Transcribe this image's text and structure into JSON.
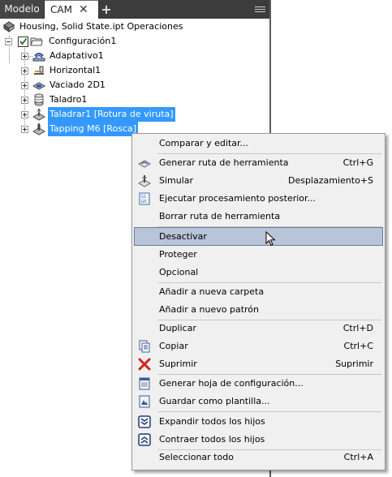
{
  "tabs": {
    "modelo": "Modelo",
    "cam": "CAM",
    "close": "✕",
    "add": "+"
  },
  "tree": {
    "root": "Housing, Solid State.ipt Operaciones",
    "config": "Configuración1",
    "items": [
      {
        "label": "Adaptativo1",
        "icon": "adaptive-icon"
      },
      {
        "label": "Horizontal1",
        "icon": "horizontal-icon"
      },
      {
        "label": "Vaciado 2D1",
        "icon": "pocket-2d-icon"
      },
      {
        "label": "Taladro1",
        "icon": "drill-icon"
      },
      {
        "label": "Taladrar1 [Rotura de viruta]",
        "icon": "drill-chip-break-icon",
        "selected": true
      },
      {
        "label": "Tapping M6  [Rosca]",
        "icon": "tapping-icon",
        "selected": true
      }
    ]
  },
  "menu": {
    "items": [
      {
        "label": "Comparar y editar...",
        "shortcut": ""
      },
      {
        "label": "Generar ruta de herramienta",
        "shortcut": "Ctrl+G",
        "icon": "generate-toolpath-icon"
      },
      {
        "label": "Simular",
        "shortcut": "Desplazamiento+S",
        "icon": "simulate-icon"
      },
      {
        "label": "Ejecutar procesamiento posterior...",
        "shortcut": "",
        "icon": "post-process-icon"
      },
      {
        "label": "Borrar ruta de herramienta",
        "shortcut": ""
      },
      {
        "label": "Desactivar",
        "shortcut": ""
      },
      {
        "label": "Proteger",
        "shortcut": ""
      },
      {
        "label": "Opcional",
        "shortcut": ""
      },
      {
        "label": "Añadir a nueva carpeta",
        "shortcut": ""
      },
      {
        "label": "Añadir a nuevo patrón",
        "shortcut": ""
      },
      {
        "label": "Duplicar",
        "shortcut": "Ctrl+D"
      },
      {
        "label": "Copiar",
        "shortcut": "Ctrl+C",
        "icon": "copy-icon"
      },
      {
        "label": "Suprimir",
        "shortcut": "Suprimir",
        "icon": "delete-icon"
      },
      {
        "label": "Generar hoja de configuración...",
        "shortcut": "",
        "icon": "setup-sheet-icon"
      },
      {
        "label": "Guardar como plantilla...",
        "shortcut": "",
        "icon": "save-template-icon"
      },
      {
        "label": "Expandir todos los hijos",
        "shortcut": "",
        "icon": "expand-all-icon"
      },
      {
        "label": "Contraer todos los hijos",
        "shortcut": "",
        "icon": "collapse-all-icon"
      },
      {
        "label": "Seleccionar todo",
        "shortcut": "Ctrl+A"
      }
    ]
  },
  "colors": {
    "selection": "#3399ff",
    "menu_highlight": "#b8c4d8",
    "tabbar": "#3c3c3c"
  }
}
